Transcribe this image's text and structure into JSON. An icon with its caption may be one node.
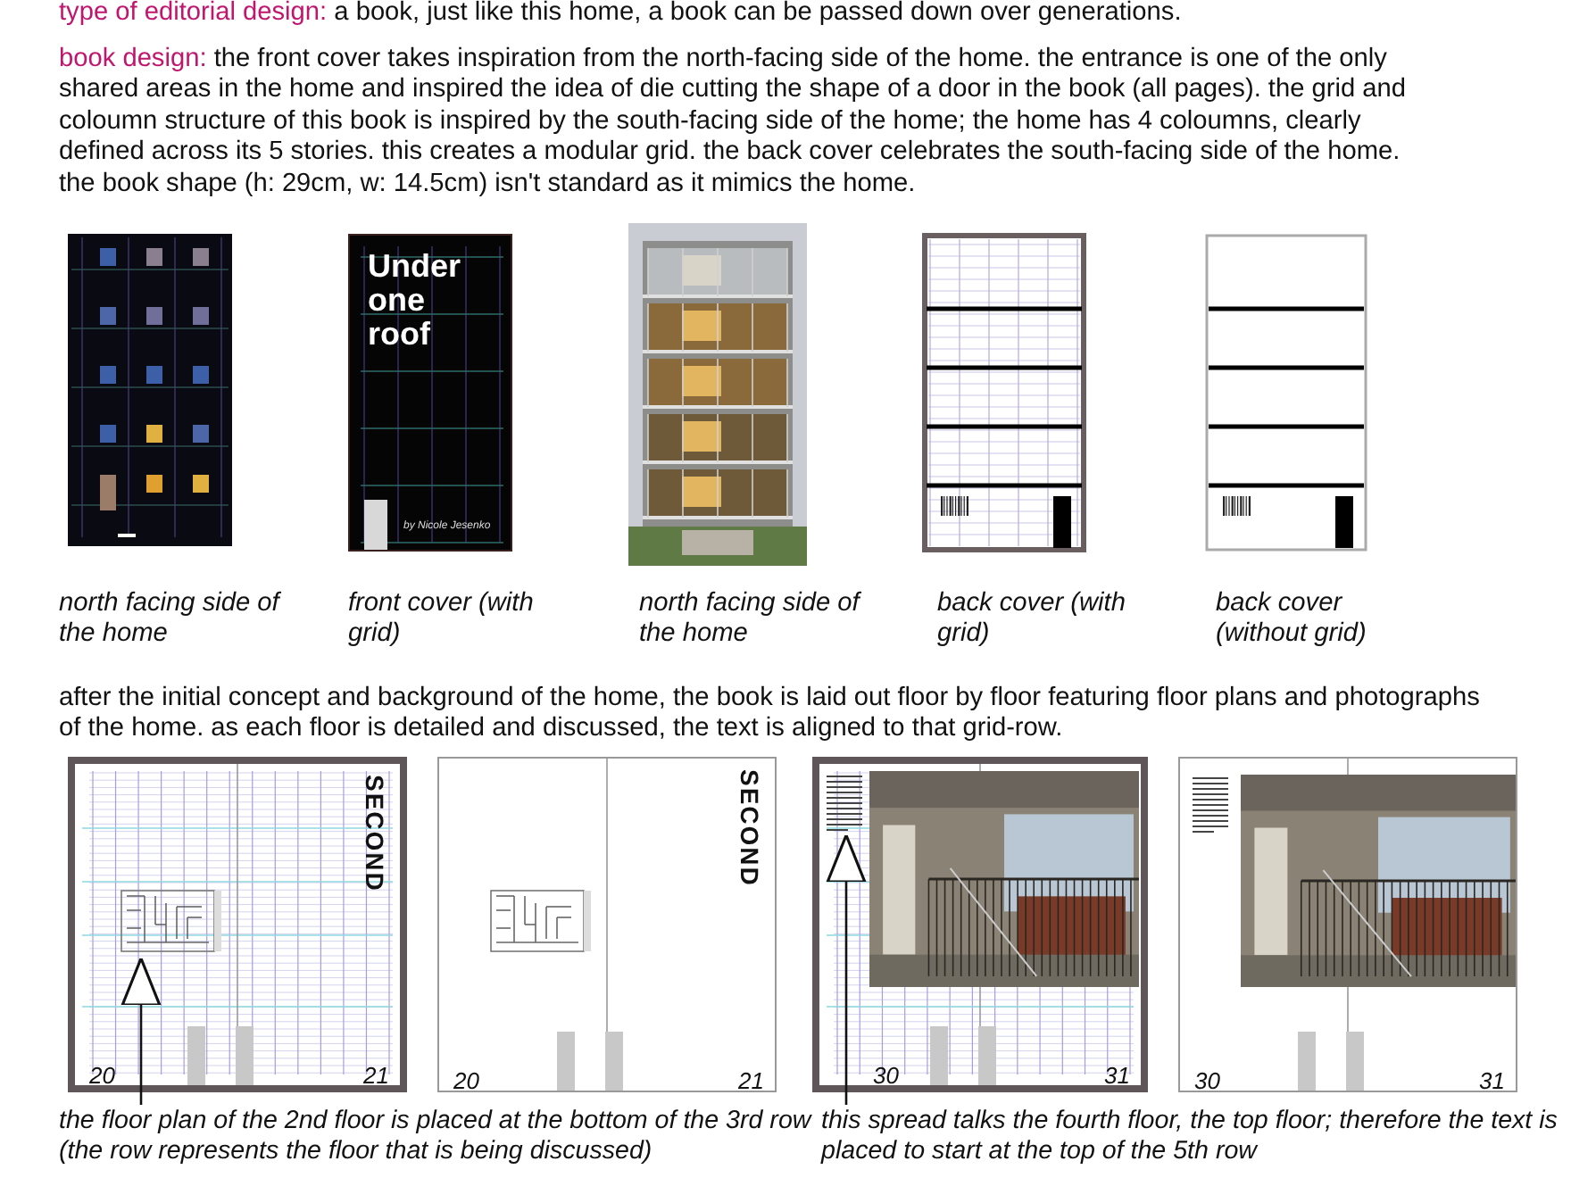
{
  "diagram": {
    "nodes": [
      {
        "text": [
          "the floor plan of the 2nd floor is placed at the bottom of the 3rd row (the row represents the floor that is being discussed)"
        ]
      },
      {
        "text": [],
        "shape": "picture"
      },
      {
        "text": [
          "this spread talks the fourth floor, the top floor; therefore the text is placed to start at the top of the 5th row"
        ]
      },
      {
        "text": [],
        "shape": "box"
      }
    ],
    "edges": [
      {
        "from": 0,
        "to": 1,
        "arrow": "to"
      },
      {
        "from": 2,
        "to": 3,
        "arrow": "to"
      }
    ],
    "labels": [
      "type of editorial design:",
      "a book, just like this home, a book can be passed down over generations.",
      "book design:",
      "the front cover takes inspiration from the north-facing side of the home. the entrance is one of the only shared areas in the home and inspired the idea of die cutting the shape of a door in the book (all pages). the grid and coloumn structure of this book is inspired by the south-facing side of the home; the home has 4 coloumns, clearly defined across its 5 stories. this creates a modular grid. the back cover celebrates the south-facing side of the home. the book shape (h: 29cm, w: 14.5cm) isn't standard as it mimics the home.",
      "Under one roof",
      "by Nicole Jesenko",
      "north facing side of the home",
      "front cover (with grid)",
      "north facing side of the home",
      "back cover (with grid)",
      "back cover (without grid)",
      "after the initial concept and background of the home, the book is laid out floor by floor featuring floor plans and photographs of the home. as each floor is detailed and discussed, the text is aligned to that grid-row.",
      "SECOND",
      "20",
      "21",
      "SECOND",
      "20",
      "21",
      "30",
      "31",
      "30",
      "31"
    ]
  }
}
